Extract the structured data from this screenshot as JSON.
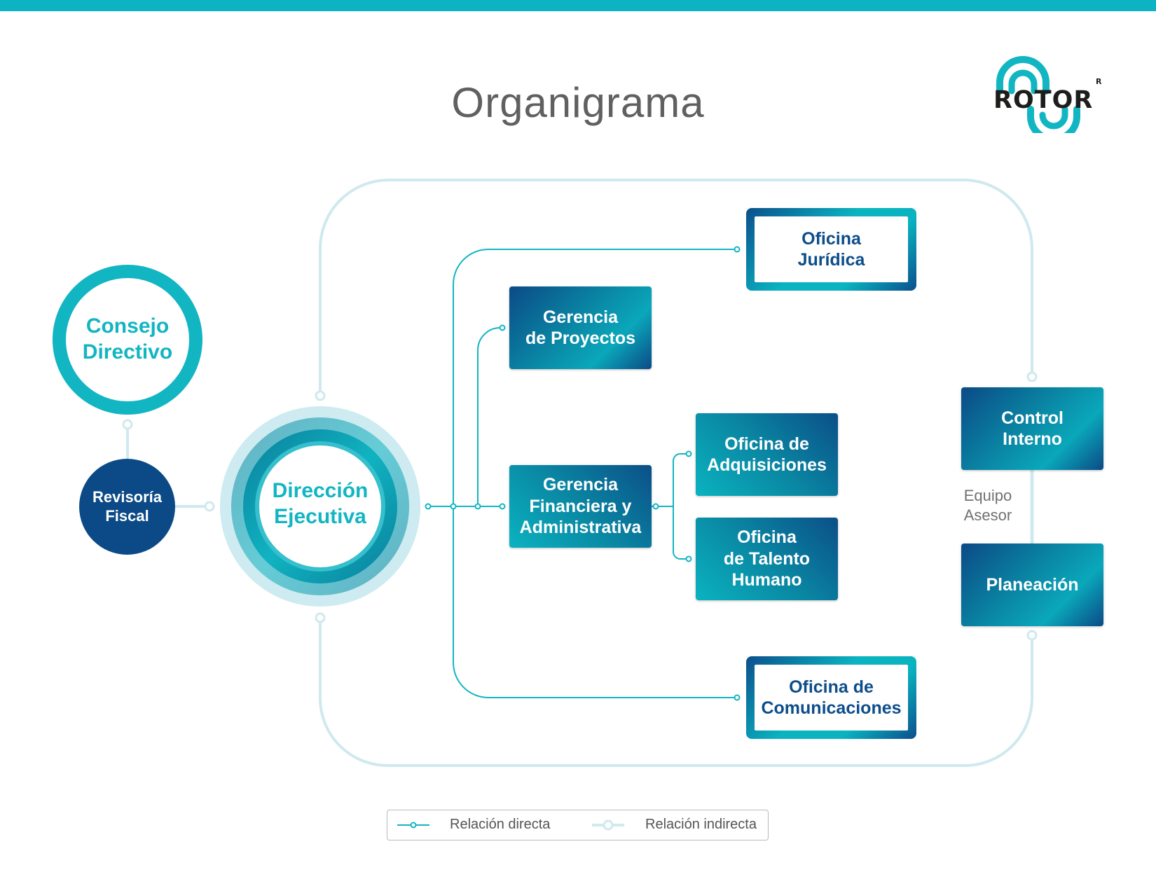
{
  "title": "Organigrama",
  "logo": {
    "text": "ROTOR",
    "superscript": "R",
    "colors": {
      "accent": "#12b5c2",
      "text": "#1d1d1b"
    }
  },
  "colors": {
    "primary": "#12b5c2",
    "dark_blue": "#0b4a86",
    "light_line": "#cfe9ee",
    "text_gray": "#707070"
  },
  "nodes": {
    "consejo_directivo": "Consejo\nDirectivo",
    "revisoria_fiscal": "Revisoría\nFiscal",
    "direccion_ejecutiva": "Dirección\nEjecutiva",
    "oficina_juridica": "Oficina\nJurídica",
    "gerencia_proyectos": "Gerencia\nde Proyectos",
    "gerencia_financiera": "Gerencia\nFinanciera y\nAdministrativa",
    "oficina_adquisiciones": "Oficina de\nAdquisiciones",
    "oficina_talento": "Oficina\nde Talento\nHumano",
    "oficina_comunicaciones": "Oficina de\nComunicaciones",
    "control_interno": "Control\nInterno",
    "planeacion": "Planeación"
  },
  "equipo_asesor": "Equipo\nAsesor",
  "legend": [
    {
      "label": "Relación directa",
      "style": "direct"
    },
    {
      "label": "Relación indirecta",
      "style": "indirect"
    }
  ]
}
